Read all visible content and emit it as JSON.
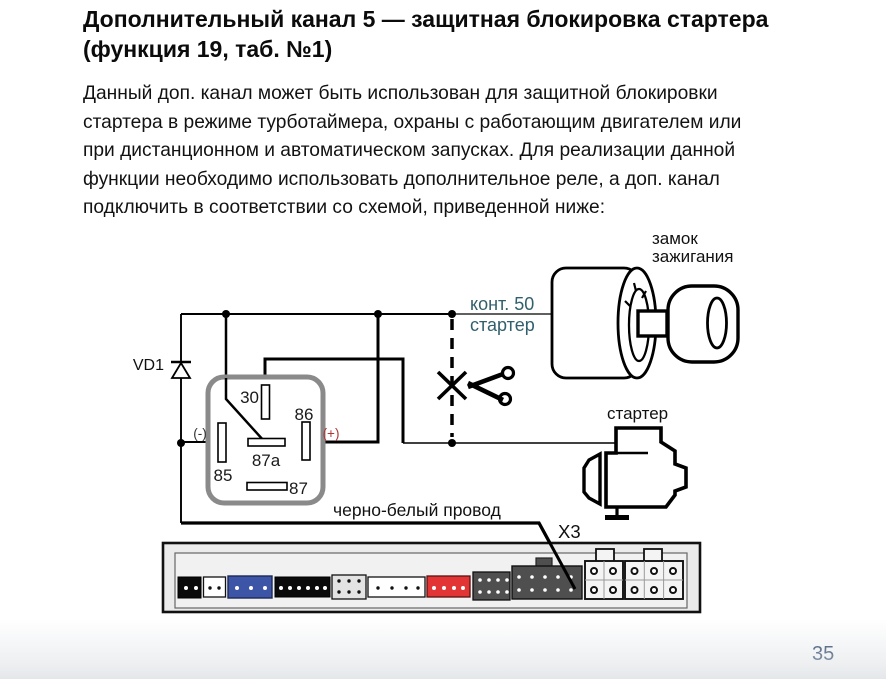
{
  "title": {
    "line1": "Дополнительный канал 5 — защитная блокировка стартера",
    "line2": "(функция 19, таб. №1)"
  },
  "paragraph": {
    "lines": [
      "Данный доп. канал может быть использован для защитной блокировки",
      "стартера в режиме турботаймера, охраны с работающим двигателем или",
      "при дистанционном и автоматическом запусках. Для реализации данной",
      "функции необходимо использовать дополнительное реле, а доп. канал",
      "подключить в соответствии со схемой, приведенной ниже:"
    ]
  },
  "diagram": {
    "diode_label": "VD1",
    "relay": {
      "pin30": "30",
      "pin85": "85",
      "pin86": "86",
      "pin87": "87",
      "pin87a": "87a",
      "minus_label": "(-)",
      "plus_label": "(+)"
    },
    "contact50": {
      "line1": "конт. 50",
      "line2": "стартер"
    },
    "ignition_lock": {
      "label_line1": "замок",
      "label_line2": "зажигания"
    },
    "starter_label": "стартер",
    "wire_label": "черно-белый провод",
    "connector_label": "X3"
  },
  "page": {
    "number": "35"
  },
  "colors": {
    "contact50_text": "#31606c",
    "plus_label": "#b03434",
    "relay_outline": "#8a8a8a",
    "connector_blue": "#3c55a6",
    "connector_red": "#e23434",
    "page_number": "#1e3a5f"
  }
}
